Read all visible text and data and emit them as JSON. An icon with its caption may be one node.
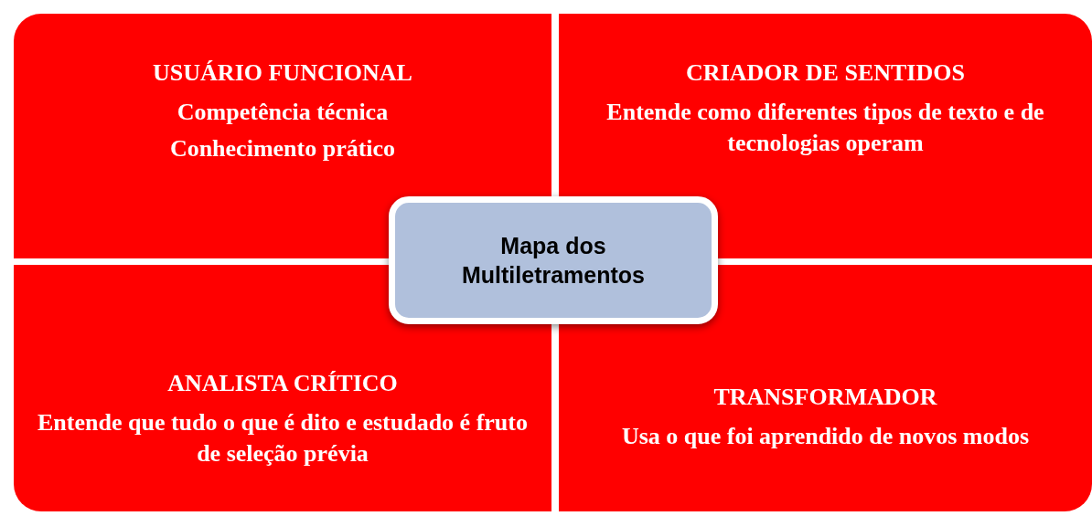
{
  "diagram": {
    "nodes": [
      {
        "text": [
          "USUÁRIO FUNCIONAL",
          "Competência técnica",
          "Conhecimento prático"
        ]
      },
      {
        "text": [
          "CRIADOR DE SENTIDOS",
          "Entende como diferentes tipos de texto e de tecnologias operam"
        ]
      },
      {
        "text": [
          "Mapa dos Multiletramentos"
        ]
      },
      {
        "text": [
          "ANALISTA CRÍTICO",
          "Entende que tudo o que é dito e estudado é fruto de seleção prévia"
        ]
      },
      {
        "text": [
          "TRANSFORMADOR",
          "Usa o que foi aprendido de novos modos"
        ]
      }
    ],
    "edges": []
  }
}
